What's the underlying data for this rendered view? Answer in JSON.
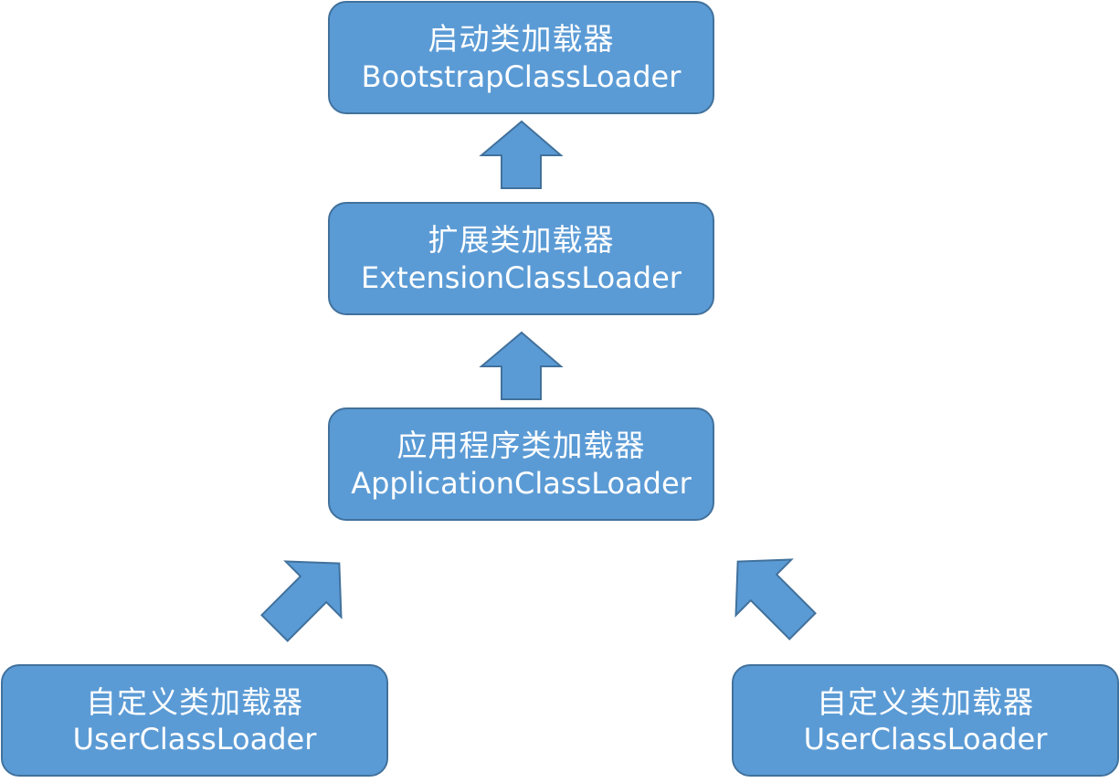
{
  "colors": {
    "box_fill": "#5b9bd5",
    "box_border": "#41719c",
    "arrow_fill": "#5b9bd5",
    "arrow_border": "#41719c",
    "text": "#ffffff"
  },
  "nodes": {
    "bootstrap": {
      "zh": "启动类加载器",
      "en": "BootstrapClassLoader"
    },
    "extension": {
      "zh": "扩展类加载器",
      "en": "ExtensionClassLoader"
    },
    "application": {
      "zh": "应用程序类加载器",
      "en": "ApplicationClassLoader"
    },
    "user_left": {
      "zh": "自定义类加载器",
      "en": "UserClassLoader"
    },
    "user_right": {
      "zh": "自定义类加载器",
      "en": "UserClassLoader"
    }
  },
  "edges": [
    {
      "from": "extension",
      "to": "bootstrap"
    },
    {
      "from": "application",
      "to": "extension"
    },
    {
      "from": "user_left",
      "to": "application"
    },
    {
      "from": "user_right",
      "to": "application"
    }
  ]
}
